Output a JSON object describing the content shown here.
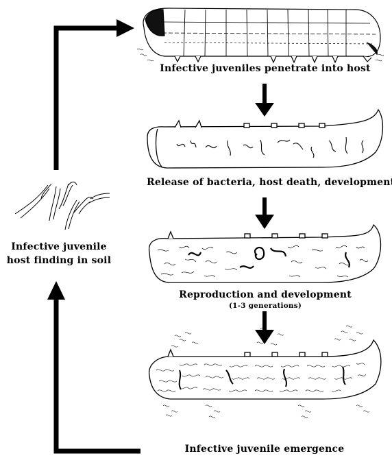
{
  "stages": {
    "penetrate": "Infective juveniles penetrate into host",
    "release": "Release of bacteria, host death, development",
    "reproduction": "Reproduction and development",
    "generations": "(1-3 generations)",
    "emergence": "Infective juvenile emergence",
    "soil_line1": "Infective juvenile",
    "soil_line2": "host finding in soil"
  },
  "icons": {
    "caterpillar": "caterpillar-host-icon",
    "larva": "larva-icon",
    "nematodes": "nematodes-icon"
  }
}
